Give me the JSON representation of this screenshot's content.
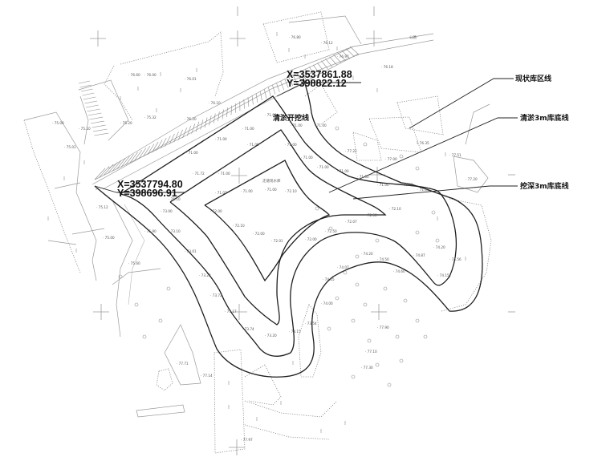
{
  "drawing": {
    "coordinates": [
      {
        "id": "top",
        "x_label": "X=3537861.88",
        "y_label": "Y=398822.12"
      },
      {
        "id": "left",
        "x_label": "X=3537794.80",
        "y_label": "Y=398696.91"
      }
    ],
    "callouts": {
      "existing_reservoir_line": "现状库区线",
      "dredge_3m_bottom_line": "清淤3m库底线",
      "excavate_3m_bottom_line": "挖深3m库底线",
      "dredge_excavation_line": "清淤开挖线"
    },
    "center_label": "走塘现水库",
    "road_label": "公路",
    "spot_elevations": [
      "71.00",
      "71.00",
      "71.00",
      "71.00",
      "71.00",
      "71.00",
      "71.72",
      "71.00",
      "71.00",
      "71.00",
      "71.00",
      "71.00",
      "71.00",
      "71.00",
      "71.00",
      "71.00",
      "71.00",
      "71.07",
      "71.00",
      "71.00",
      "72.10",
      "72.00",
      "72.10",
      "72.00",
      "72.01",
      "72.00",
      "72.50",
      "72.07",
      "72.50",
      "72.10",
      "73.00",
      "73.10",
      "73.01",
      "73.23",
      "73.72",
      "73.17",
      "73.74",
      "73.20",
      "73.15",
      "73.54",
      "74.00",
      "74.05",
      "74.07",
      "74.20",
      "74.50",
      "74.60",
      "74.87",
      "74.20",
      "74.56",
      "74.15",
      "75.00",
      "75.01",
      "75.10",
      "75.20",
      "75.32",
      "75.12",
      "75.00",
      "75.60",
      "75.90",
      "75.10",
      "76.00",
      "76.01",
      "76.10",
      "76.20",
      "76.60",
      "76.80",
      "76.12",
      "76.97",
      "76.18",
      "76.35",
      "77.00",
      "77.22",
      "77.51",
      "77.20",
      "77.90",
      "77.10",
      "77.30",
      "77.71",
      "77.14",
      "77.97"
    ]
  }
}
